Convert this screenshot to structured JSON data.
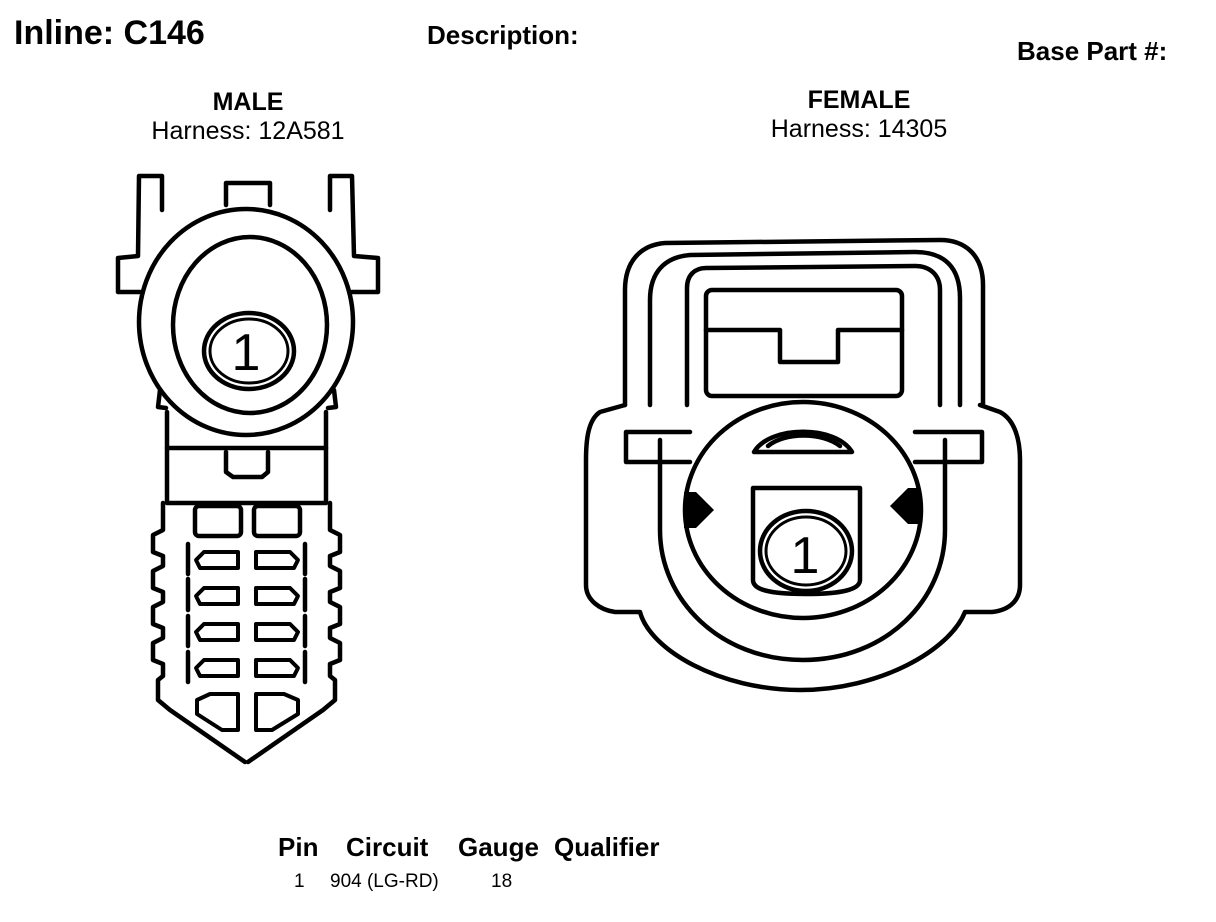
{
  "header": {
    "title": "Inline: C146",
    "description_label": "Description:",
    "base_part_label": "Base Part #:"
  },
  "male": {
    "title": "MALE",
    "harness": "Harness: 12A581",
    "pin_label": "1"
  },
  "female": {
    "title": "FEMALE",
    "harness": "Harness: 14305",
    "pin_label": "1"
  },
  "pin_table": {
    "columns": [
      "Pin",
      "Circuit",
      "Gauge",
      "Qualifier"
    ],
    "rows": [
      {
        "pin": "1",
        "circuit": "904 (LG-RD)",
        "gauge": "18",
        "qualifier": ""
      }
    ]
  }
}
